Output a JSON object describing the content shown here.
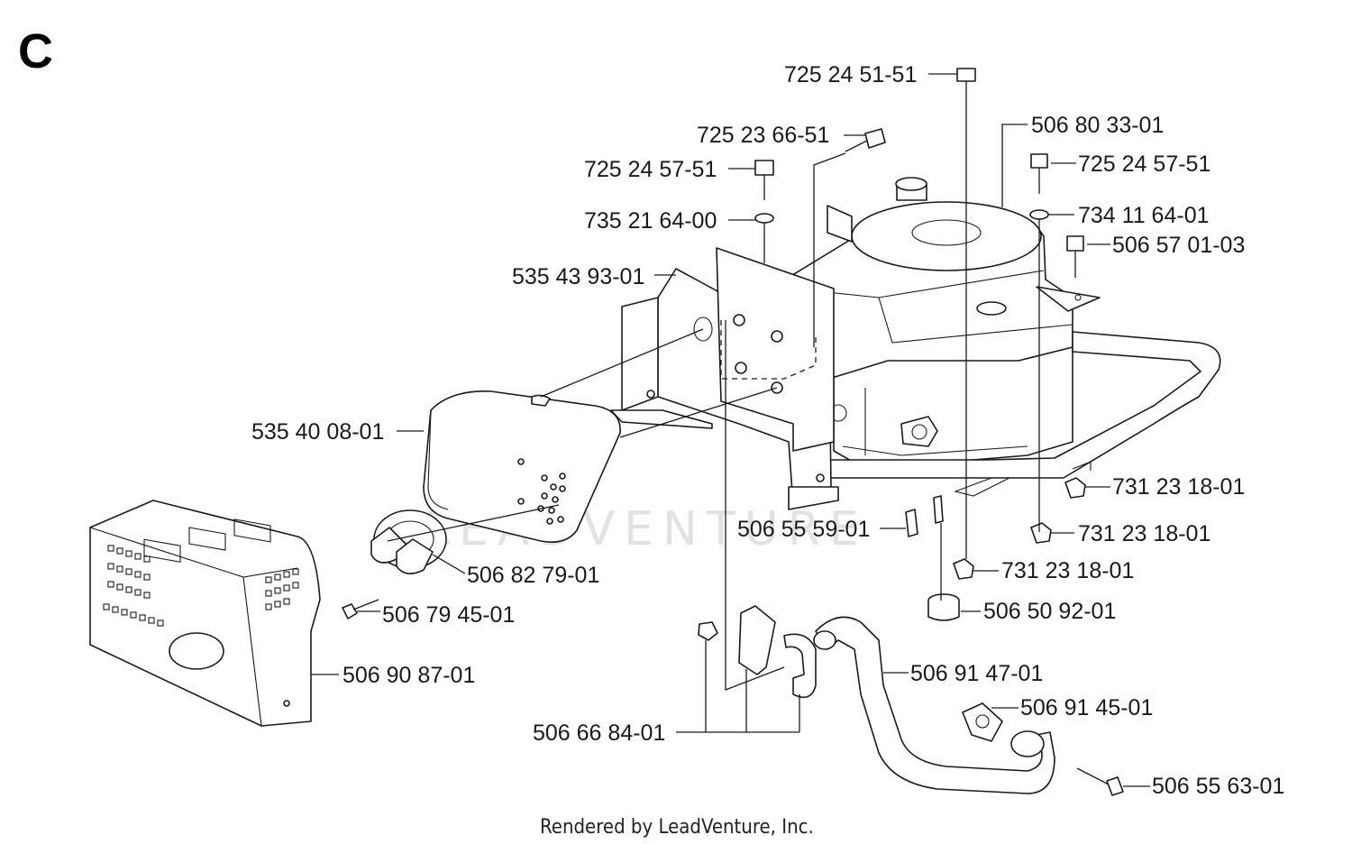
{
  "section": "C",
  "footer": "Rendered by LeadVenture, Inc.",
  "watermark": "LEADVENTURE",
  "callouts": [
    "725 24 51-51",
    "506 80 33-01",
    "725 23 66-51",
    "725 24 57-51",
    "725 24 57-51",
    "735 21 64-00",
    "734 11 64-01",
    "506 57 01-03",
    "535 43 93-01",
    "535 40 08-01",
    "731 23 18-01",
    "506 55 59-01",
    "731 23 18-01",
    "731 23 18-01",
    "506 82 79-01",
    "506 79 45-01",
    "506 50 92-01",
    "506 91 47-01",
    "506 90 87-01",
    "506 91 45-01",
    "506 66 84-01",
    "506 55 63-01"
  ]
}
